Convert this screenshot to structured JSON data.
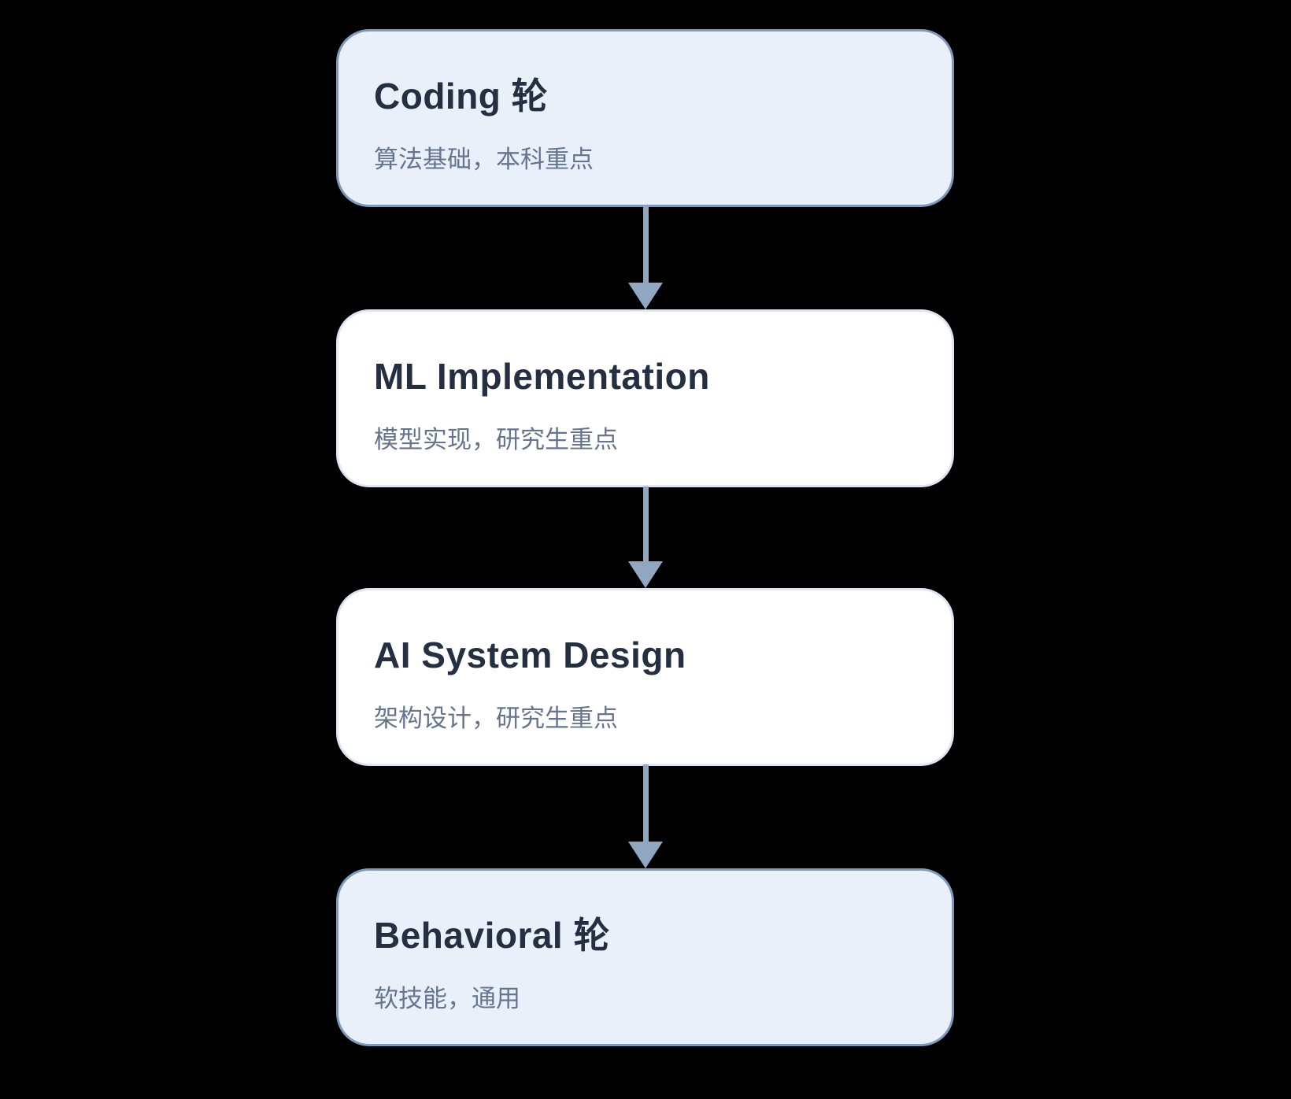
{
  "diagram": {
    "type": "flowchart",
    "direction": "top-down",
    "background_color": "#000000",
    "arrow_color": "#90a7c2",
    "colors": {
      "highlight_fill": "#e9f0fa",
      "highlight_border": "#7d9abc",
      "plain_fill": "#ffffff",
      "plain_border": "#dde6f3",
      "title_text": "#242f41",
      "subtitle_text": "#65758e"
    },
    "nodes": [
      {
        "id": "coding-round",
        "title": "Coding 轮",
        "subtitle": "算法基础，本科重点",
        "variant": "highlight",
        "fill": "#e9f0fa",
        "border": "#7d9abc"
      },
      {
        "id": "ml-implementation",
        "title": "ML Implementation",
        "subtitle": "模型实现，研究生重点",
        "variant": "plain",
        "fill": "#ffffff",
        "border": "#dde6f3"
      },
      {
        "id": "ai-system-design",
        "title": "AI System Design",
        "subtitle": "架构设计，研究生重点",
        "variant": "plain",
        "fill": "#ffffff",
        "border": "#dde6f3"
      },
      {
        "id": "behavioral-round",
        "title": "Behavioral 轮",
        "subtitle": "软技能，通用",
        "variant": "highlight",
        "fill": "#e9f0fa",
        "border": "#7d9abc"
      }
    ],
    "edges": [
      {
        "from": "coding-round",
        "to": "ml-implementation"
      },
      {
        "from": "ml-implementation",
        "to": "ai-system-design"
      },
      {
        "from": "ai-system-design",
        "to": "behavioral-round"
      }
    ]
  }
}
